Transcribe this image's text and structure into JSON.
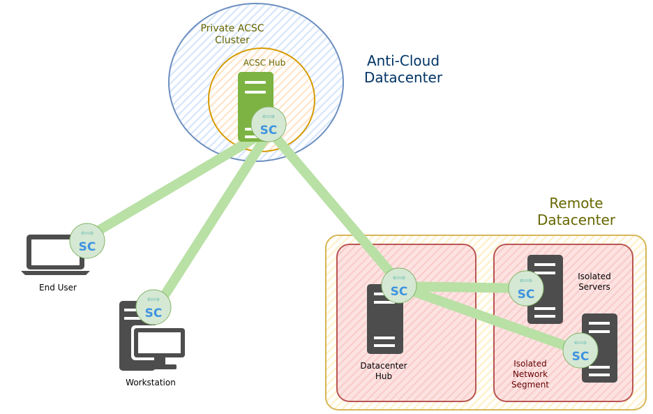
{
  "labels": {
    "private_cluster_line1": "Private ACSC",
    "private_cluster_line2": "Cluster",
    "acsc_hub": "ACSC Hub",
    "anti_cloud_line1": "Anti-Cloud",
    "anti_cloud_line2": "Datacenter",
    "remote_line1": "Remote",
    "remote_line2": "Datacenter",
    "end_user": "End User",
    "workstation": "Workstation",
    "datacenter_hub_line1": "Datacenter",
    "datacenter_hub_line2": "Hub",
    "isolated_servers_line1": "Isolated",
    "isolated_servers_line2": "Servers",
    "isolated_segment_line1": "Isolated",
    "isolated_segment_line2": "Network",
    "isolated_segment_line3": "Segment",
    "badge_text": "SC"
  },
  "colors": {
    "cluster_stroke": "#6c8ebf",
    "cluster_fill": "#dae8fc",
    "hub_stroke": "#d79b00",
    "hub_fill": "#ffe6cc",
    "hub_server": "#7cb342",
    "link": "#b9e0a5",
    "badge_fill": "#d5e8d4",
    "badge_stroke": "#82b366",
    "remote_stroke": "#d6b656",
    "remote_fill": "#fff2cc",
    "segment_stroke": "#b85450",
    "segment_fill": "#f8cecc",
    "device": "#4d4d4d",
    "olive_text": "#666600",
    "navy_text": "#003366",
    "dark_red_text": "#660000"
  }
}
